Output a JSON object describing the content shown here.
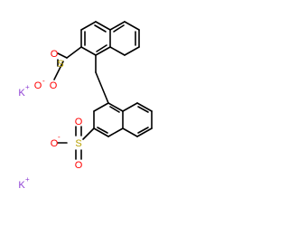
{
  "structure": {
    "atoms": {
      "k_top": "K",
      "k_bottom": "K",
      "s_top": "S",
      "s_bottom": "S",
      "o": "O"
    },
    "charges": {
      "plus": "+",
      "minus": "-"
    }
  },
  "colors": {
    "bond": "#000000",
    "oxygen": "#ff0000",
    "sulfur": "#b8a000",
    "potassium": "#8f40d4"
  }
}
